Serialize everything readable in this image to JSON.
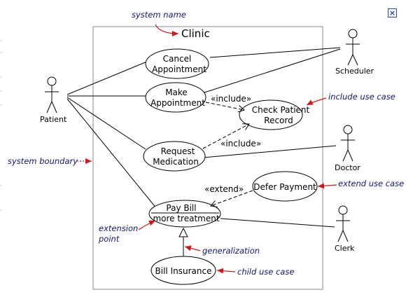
{
  "window": {
    "close_glyph": "×",
    "close_icon": "close-icon"
  },
  "system": {
    "name": "Clinic"
  },
  "actors": {
    "patient": "Patient",
    "scheduler": "Scheduler",
    "doctor": "Doctor",
    "clerk": "Clerk"
  },
  "use_cases": {
    "cancel_appointment": [
      "Cancel",
      "Appointment"
    ],
    "make_appointment": [
      "Make",
      "Appointment"
    ],
    "check_patient_record": [
      "Check Patient",
      "Record"
    ],
    "request_medication": [
      "Request",
      "Medication"
    ],
    "defer_payment": [
      "Defer Payment"
    ],
    "pay_bill": {
      "name": "Pay Bill",
      "extension_point": "more treatment"
    },
    "bill_insurance": [
      "Bill Insurance"
    ]
  },
  "stereotypes": {
    "include_1": "«include»",
    "include_2": "«include»",
    "extend": "«extend»"
  },
  "annotations": {
    "system_name": "system name",
    "include_use_case": "include use case",
    "system_boundary": "system boundary",
    "extend_use_case": "extend use case",
    "extension_point": [
      "extension",
      "point"
    ],
    "generalization": "generalization",
    "child_use_case": "child use case"
  },
  "colors": {
    "annotation_text": "#14146e",
    "annotation_arrow": "#cc1a1a",
    "boundary": "#888888",
    "close_button": "#2b4d9a"
  }
}
